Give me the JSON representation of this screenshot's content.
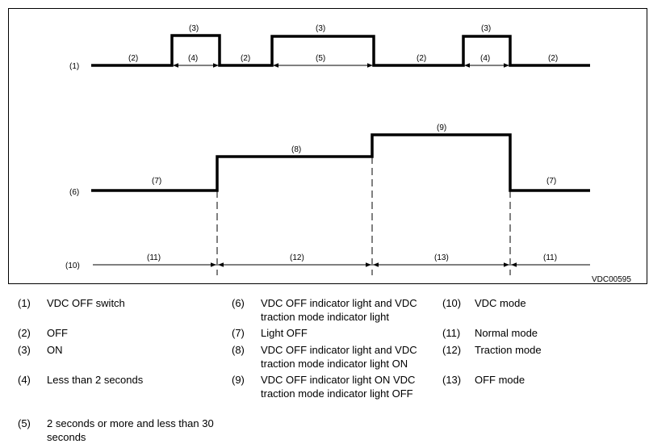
{
  "diagram": {
    "code": "VDC00595",
    "labels": {
      "l1": "(1)",
      "l2": "(2)",
      "l3": "(3)",
      "l4": "(4)",
      "l5": "(5)",
      "l6": "(6)",
      "l7": "(7)",
      "l8": "(8)",
      "l9": "(9)",
      "l10": "(10)",
      "l11": "(11)",
      "l12": "(12)",
      "l13": "(13)"
    }
  },
  "legend": [
    {
      "num": "(1)",
      "text": "VDC OFF switch"
    },
    {
      "num": "(2)",
      "text": "OFF"
    },
    {
      "num": "(3)",
      "text": "ON"
    },
    {
      "num": "(4)",
      "text": "Less than 2 seconds"
    },
    {
      "num": "(5)",
      "text": "2 seconds or more and less than 30 seconds"
    },
    {
      "num": "(6)",
      "text": "VDC OFF indicator light and VDC traction mode indicator light"
    },
    {
      "num": "(7)",
      "text": "Light OFF"
    },
    {
      "num": "(8)",
      "text": "VDC OFF indicator light and VDC traction mode indicator light ON"
    },
    {
      "num": "(9)",
      "text": "VDC OFF indicator light ON VDC traction mode indicator light OFF"
    },
    {
      "num": "(10)",
      "text": "VDC mode"
    },
    {
      "num": "(11)",
      "text": "Normal mode"
    },
    {
      "num": "(12)",
      "text": "Traction mode"
    },
    {
      "num": "(13)",
      "text": "OFF mode"
    }
  ]
}
